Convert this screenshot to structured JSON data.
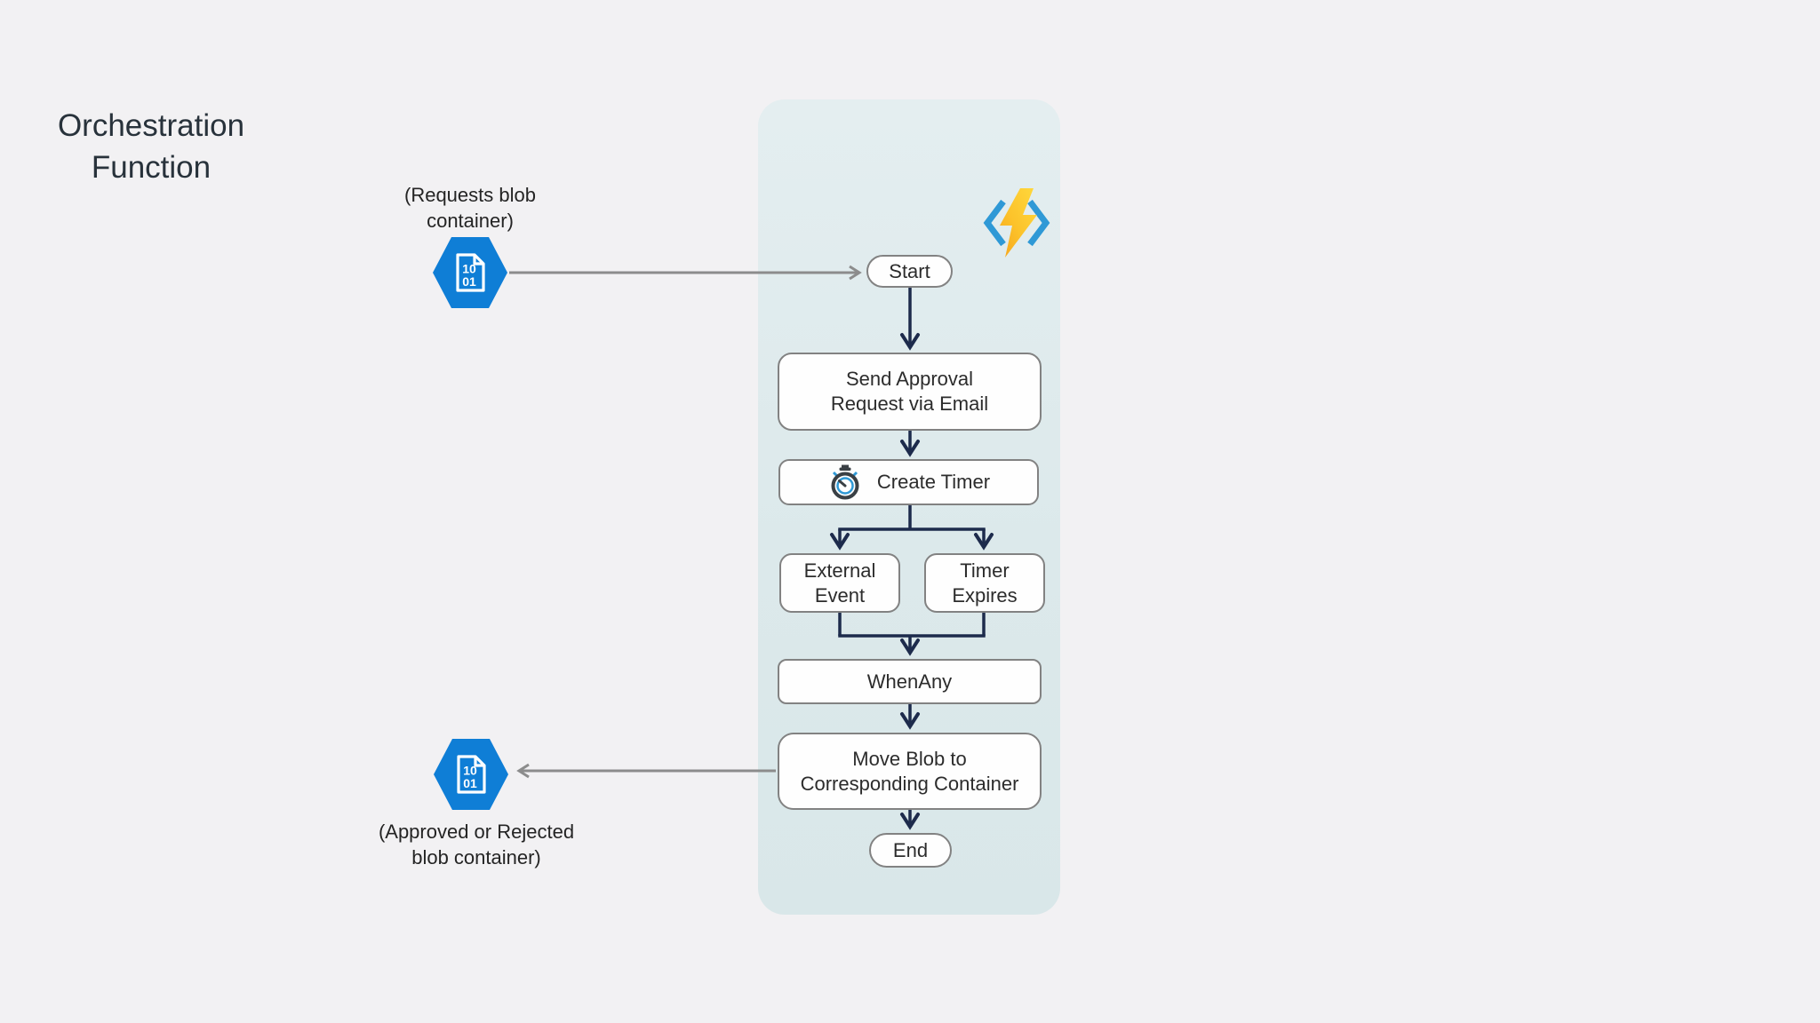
{
  "panel": {
    "title": "Orchestration Function"
  },
  "flow": {
    "start": "Start",
    "send_approval": "Send Approval Request via Email",
    "create_timer": "Create Timer",
    "external_event": "External Event",
    "timer_expires": "Timer Expires",
    "when_any": "WhenAny",
    "move_blob": "Move Blob to Corresponding Container",
    "end": "End"
  },
  "blobs": {
    "requests": {
      "label": "(Requests blob container)",
      "doc": [
        "10",
        "01"
      ]
    },
    "approved_rejected": {
      "label": "(Approved or Rejected blob container)",
      "doc": [
        "10",
        "01"
      ]
    }
  },
  "icons": {
    "azure_functions": "azure-functions-lightning-icon",
    "create_timer": "stopwatch-icon",
    "blob_document": "blob-document-icon"
  },
  "colors": {
    "canvas_bg": "#f2f1f3",
    "panel_bg": "#dde9eb",
    "node_border": "#828282",
    "flow_arrow": "#1d2b4c",
    "io_arrow": "#8c8c8c",
    "blob_blue": "#0f7ed6",
    "functions_blue": "#2f99d6",
    "bolt_yellow": "#ffd639",
    "bolt_orange": "#f6a41d"
  }
}
